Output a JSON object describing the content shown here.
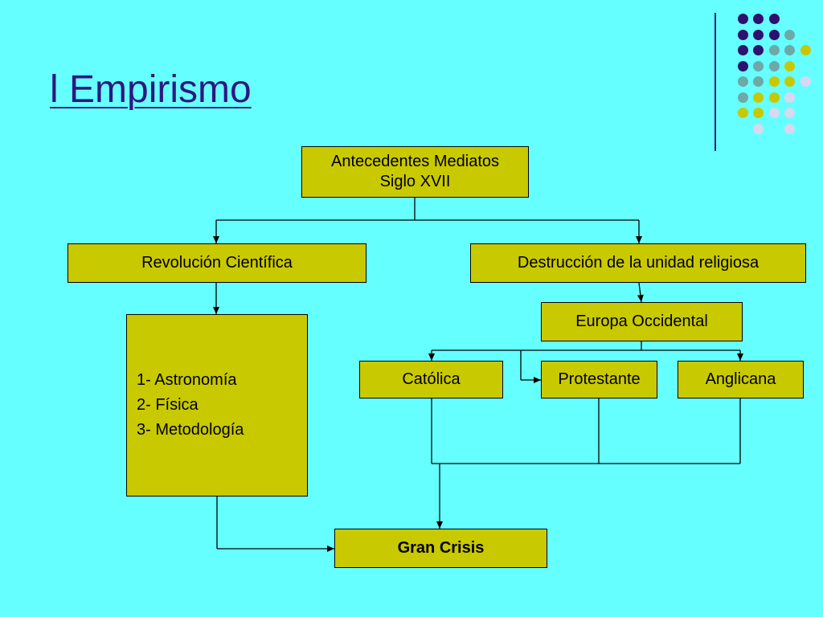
{
  "slide": {
    "title": "l Empirismo"
  },
  "diagram": {
    "root": {
      "line1": "Antecedentes Mediatos",
      "line2": "Siglo XVII"
    },
    "left_branch": "Revolución Científica",
    "left_list": [
      "1- Astronomía",
      "2- Física",
      "3- Metodología"
    ],
    "right_branch": "Destrucción de la unidad religiosa",
    "region": "Europa Occidental",
    "churches": [
      "Católica",
      "Protestante",
      "Anglicana"
    ],
    "result": "Gran Crisis"
  },
  "colors": {
    "background": "#66ffff",
    "box_fill": "#c9c900",
    "title": "#2e1880",
    "dot_purple": "#2e1070",
    "dot_gray": "#6fa8a8",
    "dot_yellow": "#c8c800",
    "dot_lavender": "#d8d8f0"
  }
}
